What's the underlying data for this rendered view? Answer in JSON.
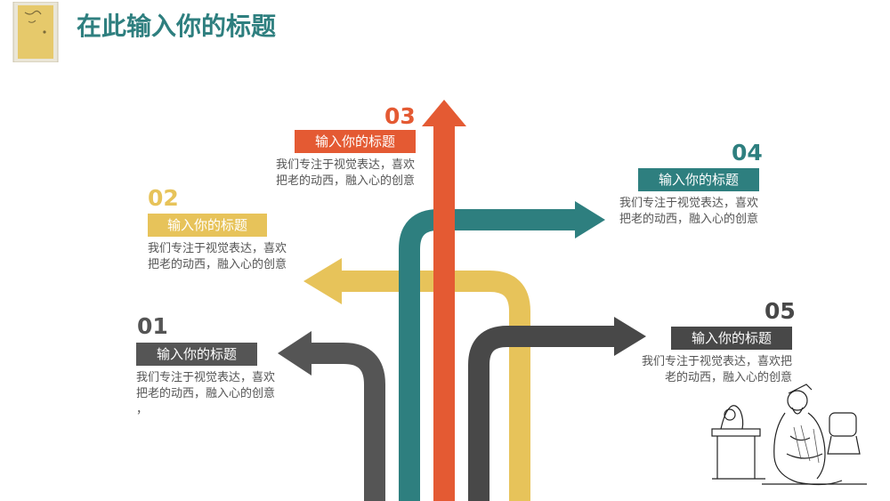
{
  "title": "在此输入你的标题",
  "colors": {
    "title": "#2e7f7f",
    "item1": "#555555",
    "item2": "#e7c35a",
    "item3": "#e45a33",
    "item4": "#2e7f7f",
    "item5": "#484848"
  },
  "items": [
    {
      "number": "01",
      "label": "输入你的标题",
      "line1": "我们专注于视觉表达，喜欢",
      "line2": "把老的动西，融入心的创意",
      "line3": "，",
      "color": "#555555"
    },
    {
      "number": "02",
      "label": "输入你的标题",
      "line1": "我们专注于视觉表达，喜欢",
      "line2": "把老的动西，融入心的创意",
      "color": "#e7c35a"
    },
    {
      "number": "03",
      "label": "输入你的标题",
      "line1": "我们专注于视觉表达，喜欢",
      "line2": "把老的动西，融入心的创意",
      "color": "#e45a33"
    },
    {
      "number": "04",
      "label": "输入你的标题",
      "line1": "我们专注于视觉表达，喜欢",
      "line2": "把老的动西，融入心的创意",
      "color": "#2e7f7f"
    },
    {
      "number": "05",
      "label": "输入你的标题",
      "line1": "我们专注于视觉表达，喜欢把",
      "line2": "老的动西，融入心的创意",
      "color": "#484848"
    }
  ],
  "icons": {
    "logo": "scroll-logo-icon",
    "figure": "scholar-illustration-icon"
  }
}
